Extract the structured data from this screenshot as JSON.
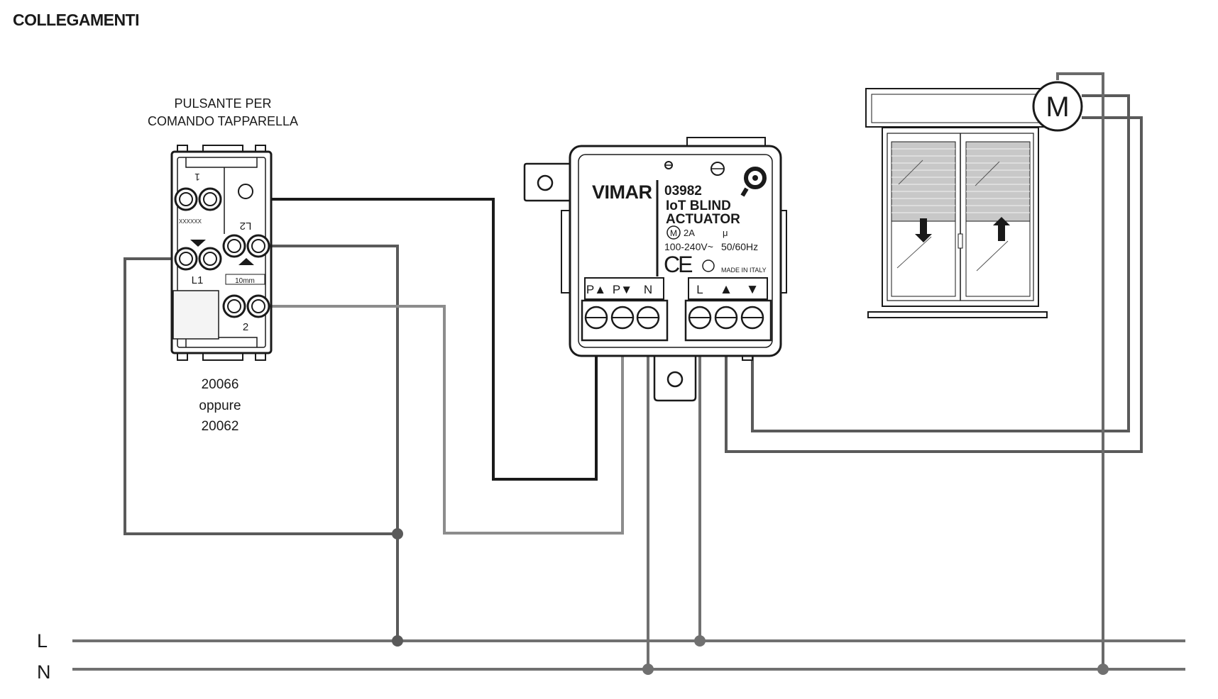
{
  "title": "COLLEGAMENTI",
  "colors": {
    "wire_dark": "#1a1a1a",
    "wire_mid": "#5f5f5f",
    "wire_light": "#8c8c8c",
    "bus": "#707070"
  },
  "button": {
    "caption_line1": "PULSANTE PER",
    "caption_line2": "COMANDO TAPPARELLA",
    "terminal_1": "1",
    "terminal_2": "2",
    "terminal_l1": "L1",
    "terminal_l2": "L2",
    "code_text": "XXXXXX",
    "size_label": "10mm",
    "model_a": "20066",
    "model_or": "oppure",
    "model_b": "20062"
  },
  "actuator": {
    "brand": "VIMAR",
    "code": "03982",
    "name_line1": "IoT BLIND",
    "name_line2": "ACTUATOR",
    "motor_symbol": "M",
    "rating": "2A",
    "micro": "μ",
    "voltage": "100-240V~",
    "frequency": "50/60Hz",
    "ce": "CE",
    "made_in": "MADE IN ITALY",
    "terminals_left": [
      "P▲",
      "P▼",
      "N"
    ],
    "terminals_right": [
      "L",
      "▲",
      "▼"
    ]
  },
  "motor": {
    "label": "M"
  },
  "bus": {
    "line_label": "L",
    "neutral_label": "N"
  }
}
